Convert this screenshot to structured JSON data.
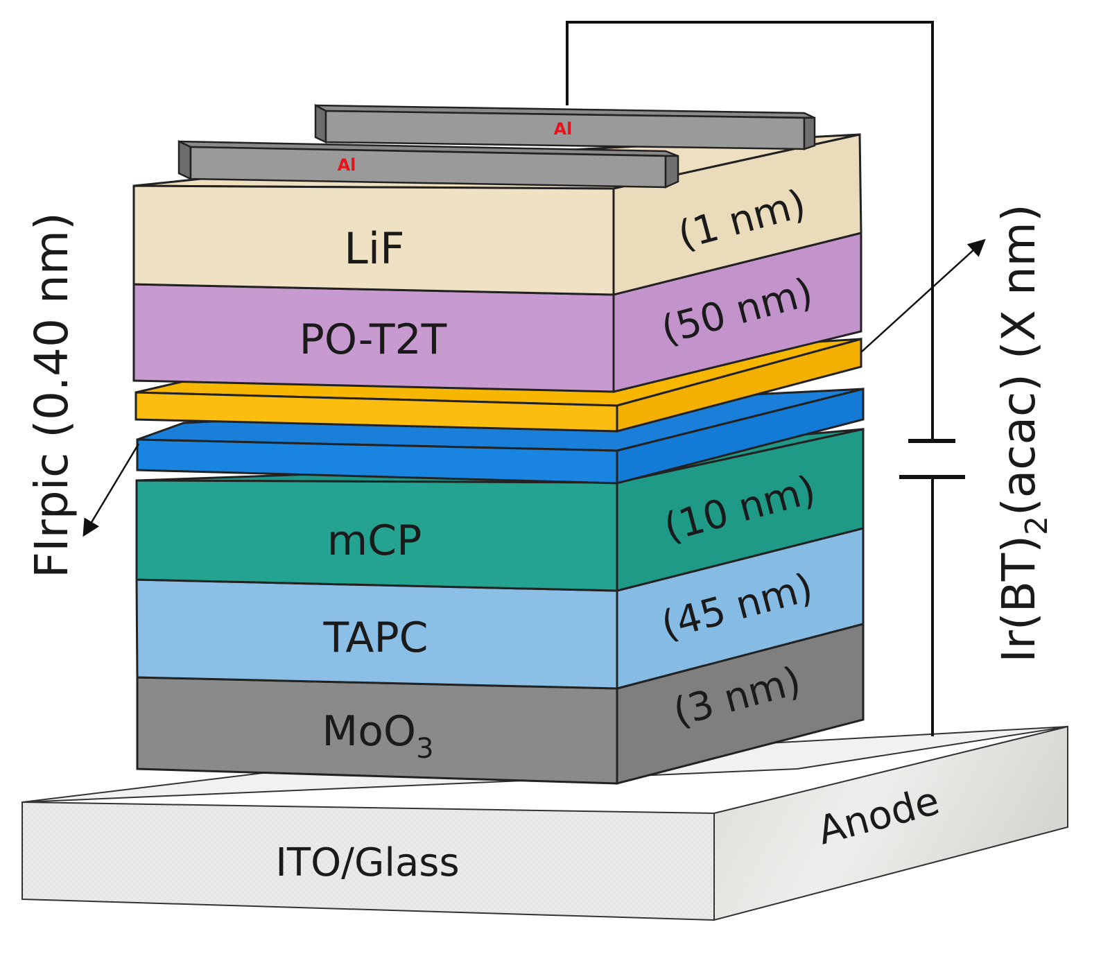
{
  "substrate": {
    "name": "ITO/Glass",
    "side_label": "Anode"
  },
  "electrodes": [
    {
      "label": "Al"
    },
    {
      "label": "Al"
    }
  ],
  "layers": {
    "lif": {
      "name": "LiF",
      "thickness": "(1 nm)",
      "front": "#efe2c4",
      "top": "#eedfc0",
      "side": "#eadcbb"
    },
    "pot2t": {
      "name": "PO-T2T",
      "thickness": "(50 nm)",
      "front": "#c89bd0",
      "side": "#c393cb"
    },
    "orange": {
      "front": "#fbbd10",
      "top": "#f7b700",
      "side": "#f3b000"
    },
    "blue": {
      "front": "#1a85e0",
      "top": "#1a7fd8",
      "side": "#137bd6"
    },
    "mcp": {
      "name": "mCP",
      "thickness": "(10 nm)",
      "front": "#23a390",
      "top": "#1f9887",
      "side": "#1e9a87"
    },
    "tapc": {
      "name": "TAPC",
      "thickness": "(45 nm)",
      "front": "#8bbfe6",
      "side": "#86bbe3"
    },
    "moo3": {
      "name_base": "MoO",
      "name_sub": "3",
      "thickness": "(3 nm)",
      "front": "#8a8a8a",
      "side": "#7f7f7f"
    }
  },
  "annotations": {
    "left_vertical": "FIrpic (0.40 nm)",
    "right_vertical": {
      "part1": "Ir(BT)",
      "sub": "2",
      "part2": "(acac) (X nm)"
    }
  }
}
